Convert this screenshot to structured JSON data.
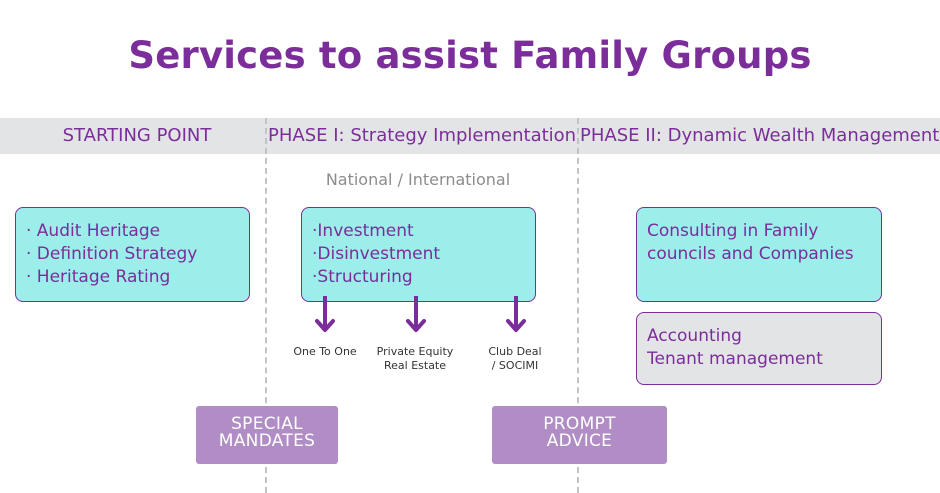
{
  "title": "Services to assist Family Groups",
  "colors": {
    "title": "#7b2d9a",
    "band": "#e3e4e6",
    "band_text": "#7b2d9a",
    "box_teal_fill": "#9beeea",
    "box_teal_border": "#7b2d9a",
    "box_grey_fill": "#e3e4e6",
    "box_text": "#7b2d9a",
    "arrow": "#7b2d9a",
    "pill_fill": "#b08dc4"
  },
  "columns": [
    {
      "label": "STARTING POINT"
    },
    {
      "label": "PHASE I: Strategy Implementation"
    },
    {
      "label": "PHASE II: Dynamic Wealth Management"
    }
  ],
  "phase1_subhead": "National / International",
  "boxes": {
    "starting": [
      "· Audit Heritage",
      "· Definition Strategy",
      "· Heritage Rating"
    ],
    "phase1": [
      "·Investment",
      "·Disinvestment",
      "·Structuring"
    ],
    "phase2_consulting": [
      "Consulting in Family",
      "councils and Companies"
    ],
    "phase2_accounting": [
      "Accounting",
      "Tenant management"
    ]
  },
  "arrow_captions": [
    [
      "One To One"
    ],
    [
      "Private Equity",
      "Real Estate"
    ],
    [
      "Club Deal",
      "/ SOCIMI"
    ]
  ],
  "pills": {
    "special": [
      "SPECIAL",
      "MANDATES"
    ],
    "prompt": [
      "PROMPT",
      "ADVICE"
    ]
  },
  "icons": {
    "arrow": "arrow-down-icon"
  }
}
